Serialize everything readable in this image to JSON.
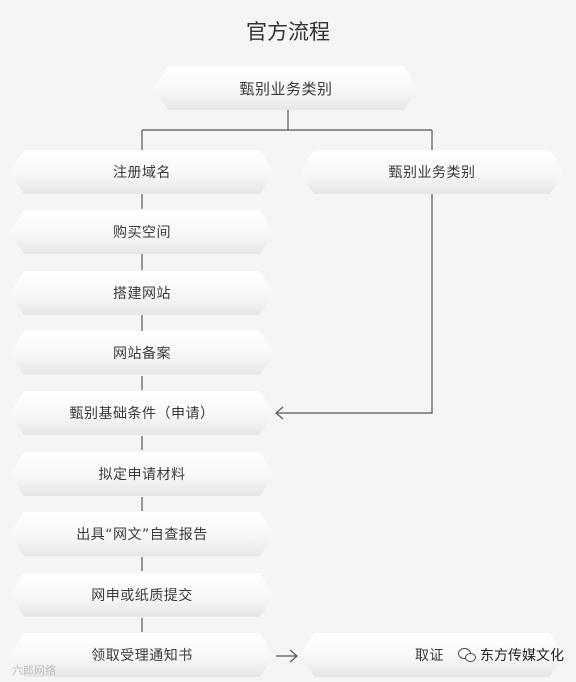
{
  "title": "官方流程",
  "top_node": "甄别业务类别",
  "left_steps": [
    "注册域名",
    "购买空间",
    "搭建网站",
    "网站备案",
    "甄别基础条件（申请）",
    "拟定申请材料",
    "出具“网文”自查报告",
    "网申或纸质提交",
    "领取受理通知书"
  ],
  "right_node": "甄别业务类别",
  "right_bottom_node": "取证",
  "watermark_left": "六郎网络",
  "watermark_right": "东方传媒文化",
  "icons": [
    "arrow-left-icon",
    "arrow-right-icon",
    "wechat-icon"
  ]
}
